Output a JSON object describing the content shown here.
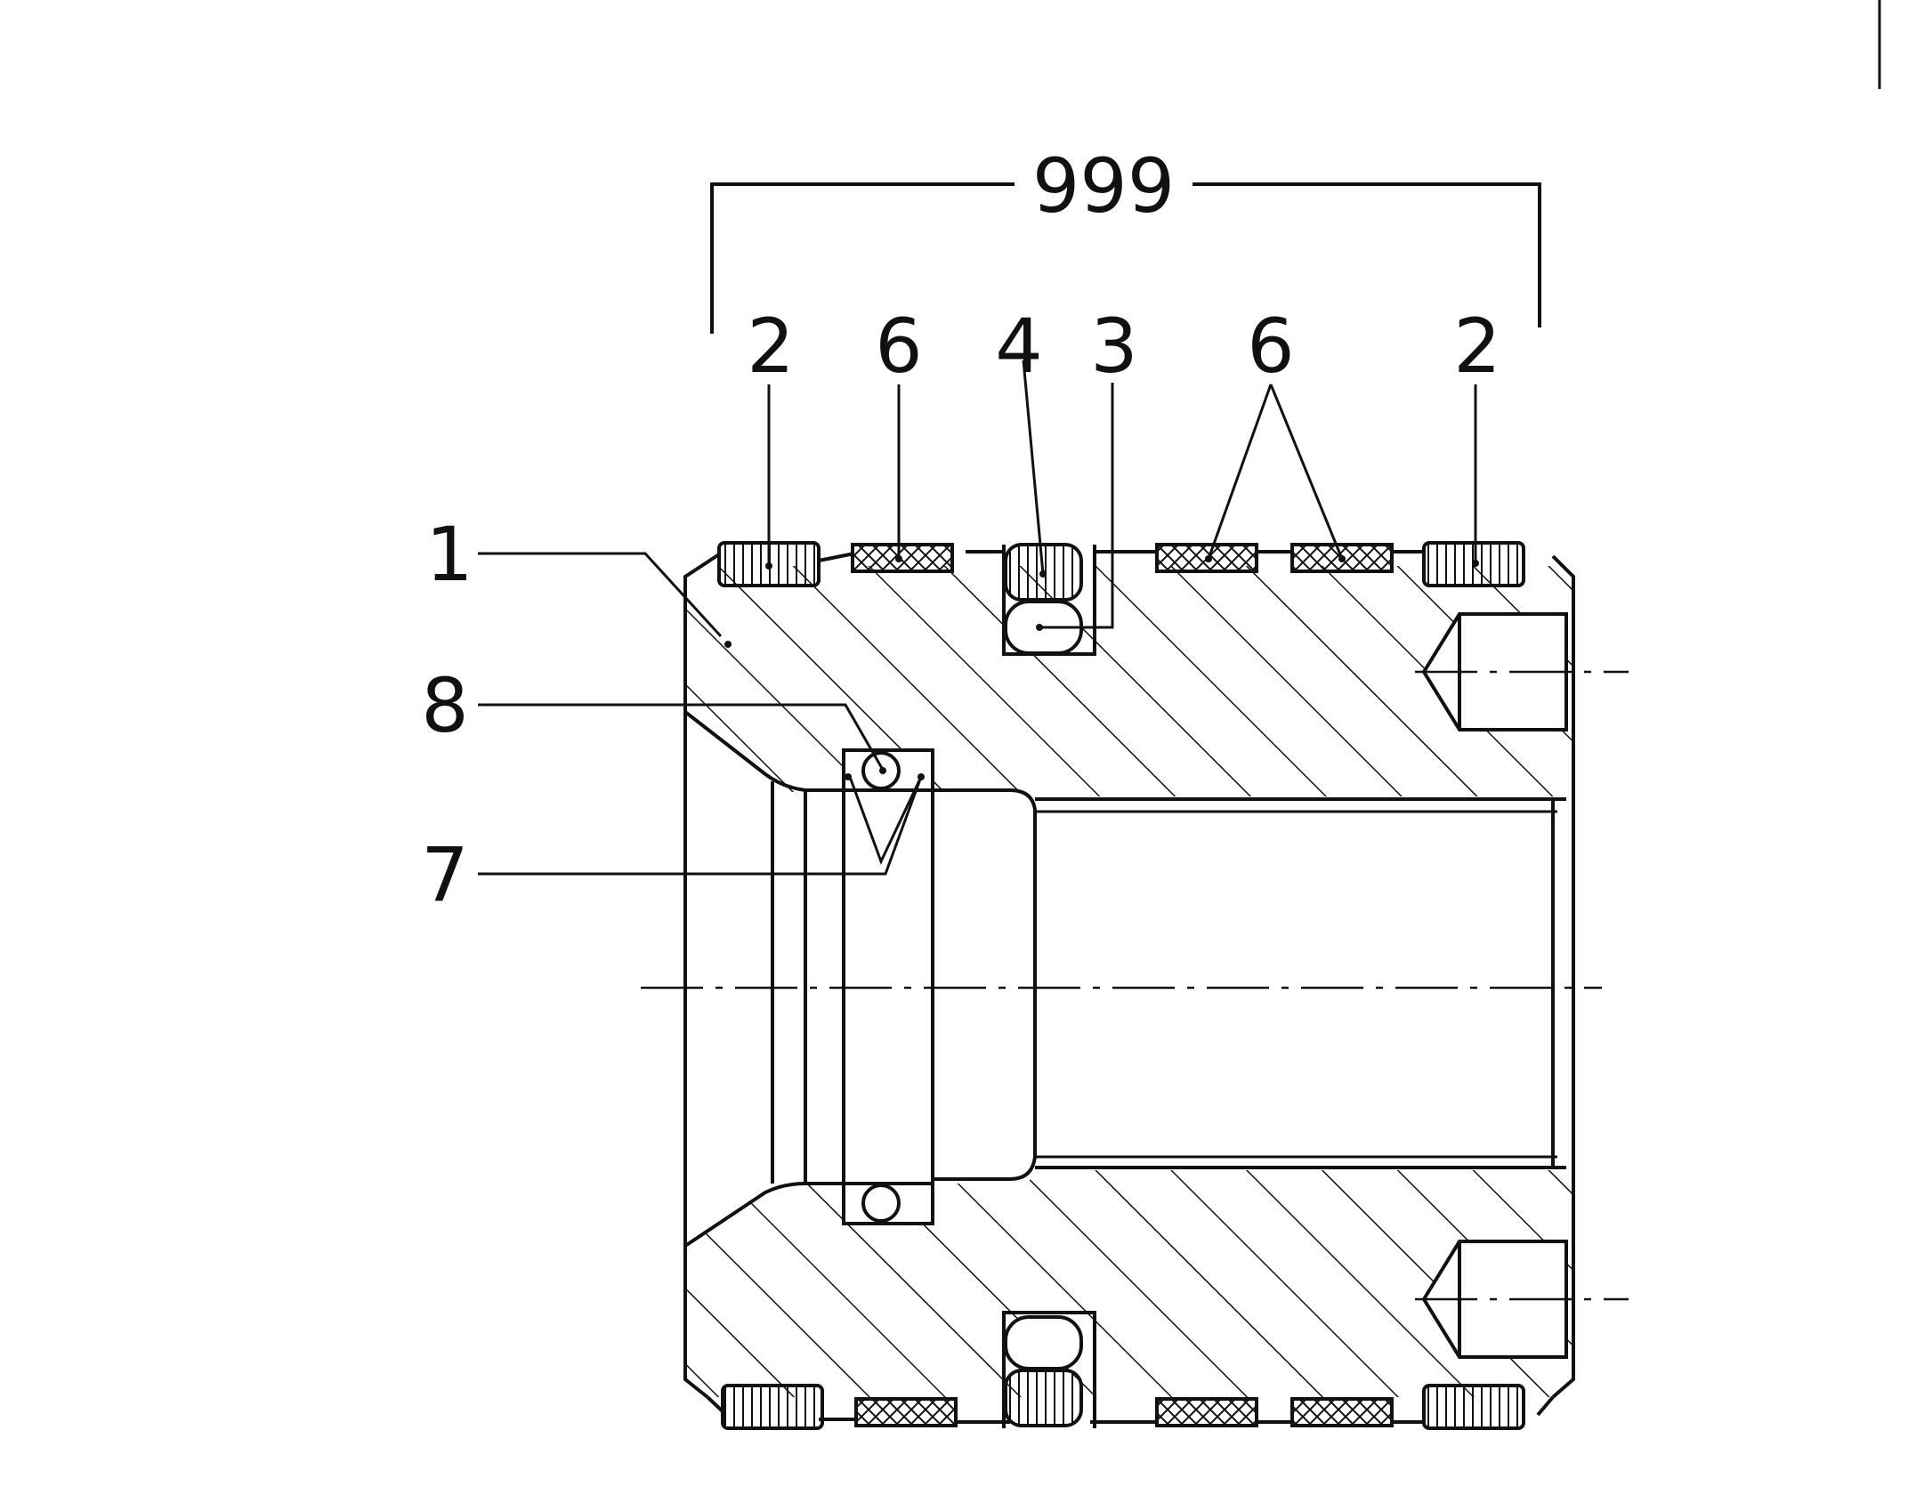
{
  "figure": {
    "dimension_label": "999",
    "callouts": {
      "body": "1",
      "wear_ring_left": "2",
      "wear_ring_right": "2",
      "seal_ring": "3",
      "back_ring": "4",
      "guide_band_left": "6",
      "guide_band_right": "6",
      "spring_seal": "7",
      "spring": "8"
    }
  }
}
